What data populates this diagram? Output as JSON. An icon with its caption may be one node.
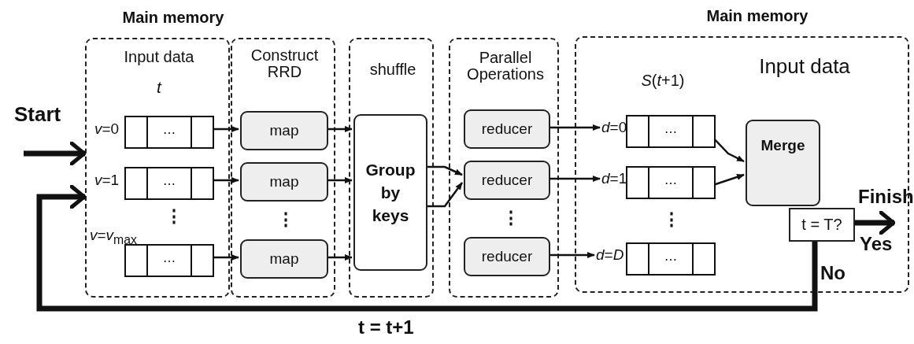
{
  "diagram": {
    "nodes": [
      {
        "text": [
          "Main memory",
          "Input data",
          "*t*"
        ]
      },
      {
        "text": [
          "Construct RRD"
        ]
      },
      {
        "text": [
          "shuffle"
        ]
      },
      {
        "text": [
          "Parallel Operations"
        ]
      },
      {
        "text": [
          "Main memory",
          "*S*(*t*+1)",
          "Input data"
        ]
      },
      {
        "text": [
          "⋯"
        ],
        "beside": [
          "*v*=0"
        ],
        "in": 0
      },
      {
        "text": [
          "⋯"
        ],
        "beside": [
          "*v*=1"
        ],
        "in": 0
      },
      {
        "text": [
          "⋯"
        ],
        "beside": [
          "*v*=*v*$_{max}$"
        ],
        "in": 0
      },
      {
        "text": [
          "map"
        ],
        "in": 1
      },
      {
        "text": [
          "map"
        ],
        "in": 1
      },
      {
        "text": [
          "map"
        ],
        "in": 1
      },
      {
        "text": [
          "Group by keys"
        ],
        "in": 2
      },
      {
        "text": [
          "reducer"
        ],
        "in": 3
      },
      {
        "text": [
          "reducer"
        ],
        "in": 3
      },
      {
        "text": [
          "reducer"
        ],
        "in": 3
      },
      {
        "text": [
          "⋯"
        ],
        "beside": [
          "*d*=0"
        ],
        "in": 4
      },
      {
        "text": [
          "⋯"
        ],
        "beside": [
          "*d*=1"
        ],
        "in": 4
      },
      {
        "text": [
          "⋯"
        ],
        "beside": [
          "*d*=*D*"
        ],
        "in": 4
      },
      {
        "text": [
          "Merge"
        ],
        "in": 4
      },
      {
        "text": [
          "t = T?"
        ],
        "in": 4
      }
    ],
    "edges": [
      {
        "from": null,
        "to": 0,
        "arrow": "to",
        "label": "Start",
        "style": "thick"
      },
      {
        "from": 19,
        "to": 0,
        "arrow": "to",
        "label": "No",
        "style": "thick"
      },
      {
        "from": 5,
        "to": 8,
        "arrow": "to"
      },
      {
        "from": 6,
        "to": 9,
        "arrow": "to"
      },
      {
        "from": 7,
        "to": 10,
        "arrow": "to"
      },
      {
        "from": 8,
        "to": 11,
        "arrow": "to"
      },
      {
        "from": 9,
        "to": 11,
        "arrow": "to"
      },
      {
        "from": 10,
        "to": 11,
        "arrow": "to"
      },
      {
        "from": 11,
        "to": 13,
        "arrow": "to"
      },
      {
        "from": 11,
        "to": 13,
        "arrow": "to"
      },
      {
        "from": 12,
        "to": 15,
        "arrow": "to"
      },
      {
        "from": 13,
        "to": 16,
        "arrow": "to"
      },
      {
        "from": 14,
        "to": 17,
        "arrow": "to"
      },
      {
        "from": 15,
        "to": 18,
        "arrow": "to"
      },
      {
        "from": 16,
        "to": 18,
        "arrow": "to"
      },
      {
        "from": 19,
        "to": null,
        "arrow": "to",
        "label": "Yes",
        "style": "thick"
      }
    ],
    "labels": [
      "Finish",
      "⋮",
      "⋮",
      "⋮",
      "⋮",
      "t = t+1"
    ]
  }
}
